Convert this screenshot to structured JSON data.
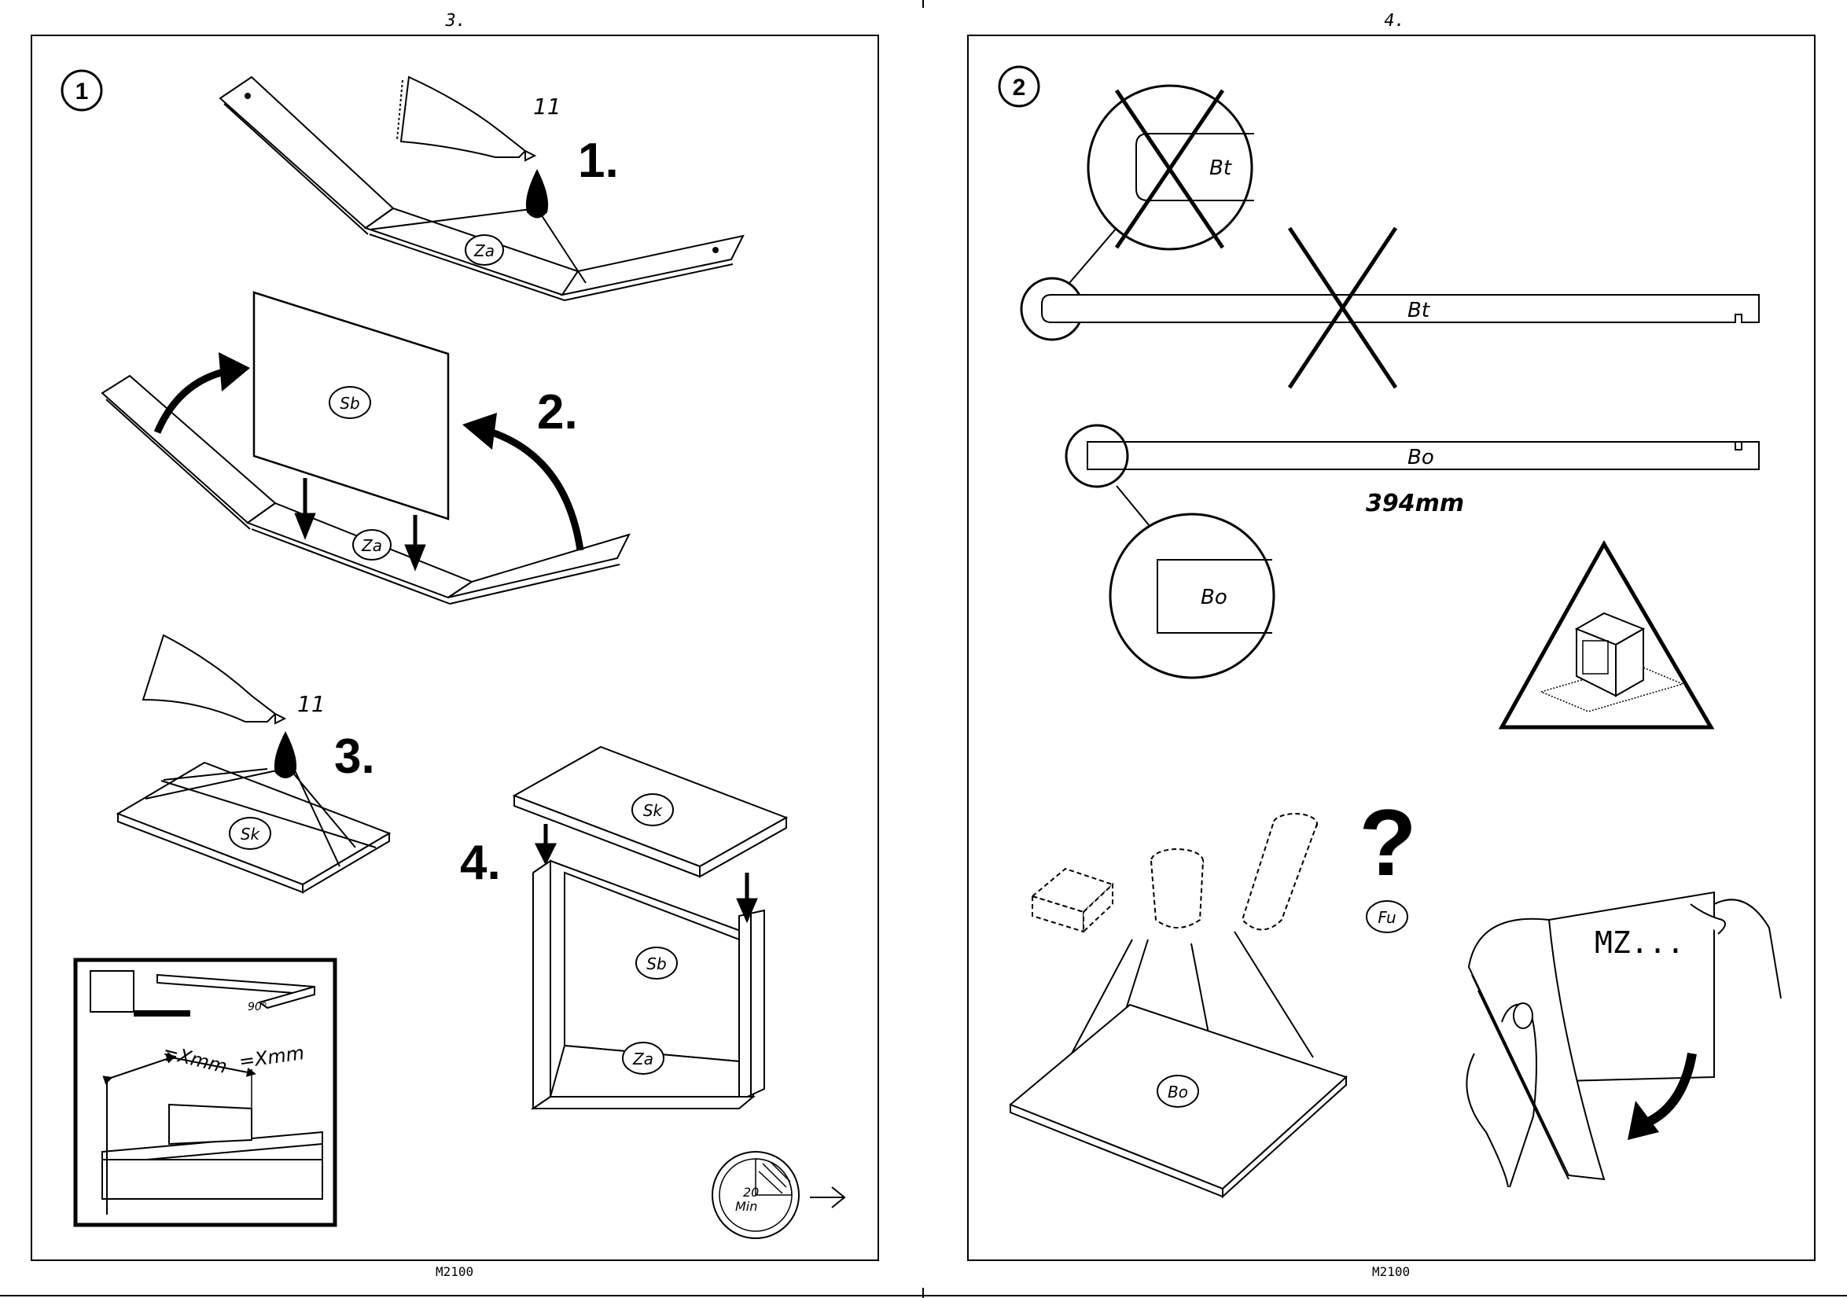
{
  "left_page": {
    "page_number": "3.",
    "footer": "M2100",
    "section_number": "1",
    "steps": [
      "1.",
      "2.",
      "3.",
      "4."
    ],
    "glue_code_1": "11",
    "glue_code_2": "11",
    "part_labels": {
      "za_top": "Za",
      "sb_panel": "Sb",
      "za_mid": "Za",
      "sk_glue": "Sk",
      "sk_top": "Sk",
      "sb_frame": "Sb",
      "za_frame": "Za"
    },
    "measure_labels": {
      "angle": "90°",
      "measure_a": "=Xmm",
      "measure_b": "=Xmm"
    },
    "timer_value": "20",
    "timer_unit": "Min"
  },
  "right_page": {
    "page_number": "4.",
    "footer": "M2100",
    "section_number": "2",
    "part_labels": {
      "bt_zoom": "Bt",
      "bt_board": "Bt",
      "bo_board": "Bo",
      "bo_zoom": "Bo",
      "fu": "Fu",
      "bo_base": "Bo"
    },
    "dimension": "394mm",
    "question_mark": "?",
    "book_text": "MZ..."
  }
}
